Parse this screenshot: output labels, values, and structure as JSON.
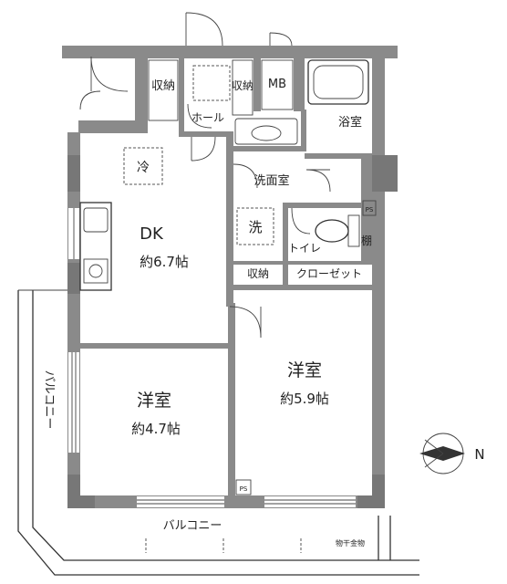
{
  "rooms": {
    "dk": {
      "name": "DK",
      "area": "約6.7帖"
    },
    "western_large": {
      "name": "洋室",
      "area": "約5.9帖"
    },
    "western_small": {
      "name": "洋室",
      "area": "約4.7帖"
    }
  },
  "labels": {
    "refrigerator": "冷",
    "storage_top_left": "収納",
    "storage_top_mid": "収納",
    "meter_box": "MB",
    "hall": "ホール",
    "bathroom": "浴室",
    "washroom": "洗面室",
    "washer": "洗",
    "toilet": "トイレ",
    "shelf": "棚",
    "storage_mid": "収納",
    "closet": "クローゼット",
    "pipe_space_right": "PS",
    "pipe_space_bottom": "PS",
    "balcony_side": "バルコニー",
    "balcony_bottom": "バルコニー",
    "laundry_hanger": "物干金物",
    "north": "N"
  },
  "colors": {
    "wall": "#8a8a8a",
    "fixture_fill": "#dcdcdc",
    "line": "#333333"
  }
}
